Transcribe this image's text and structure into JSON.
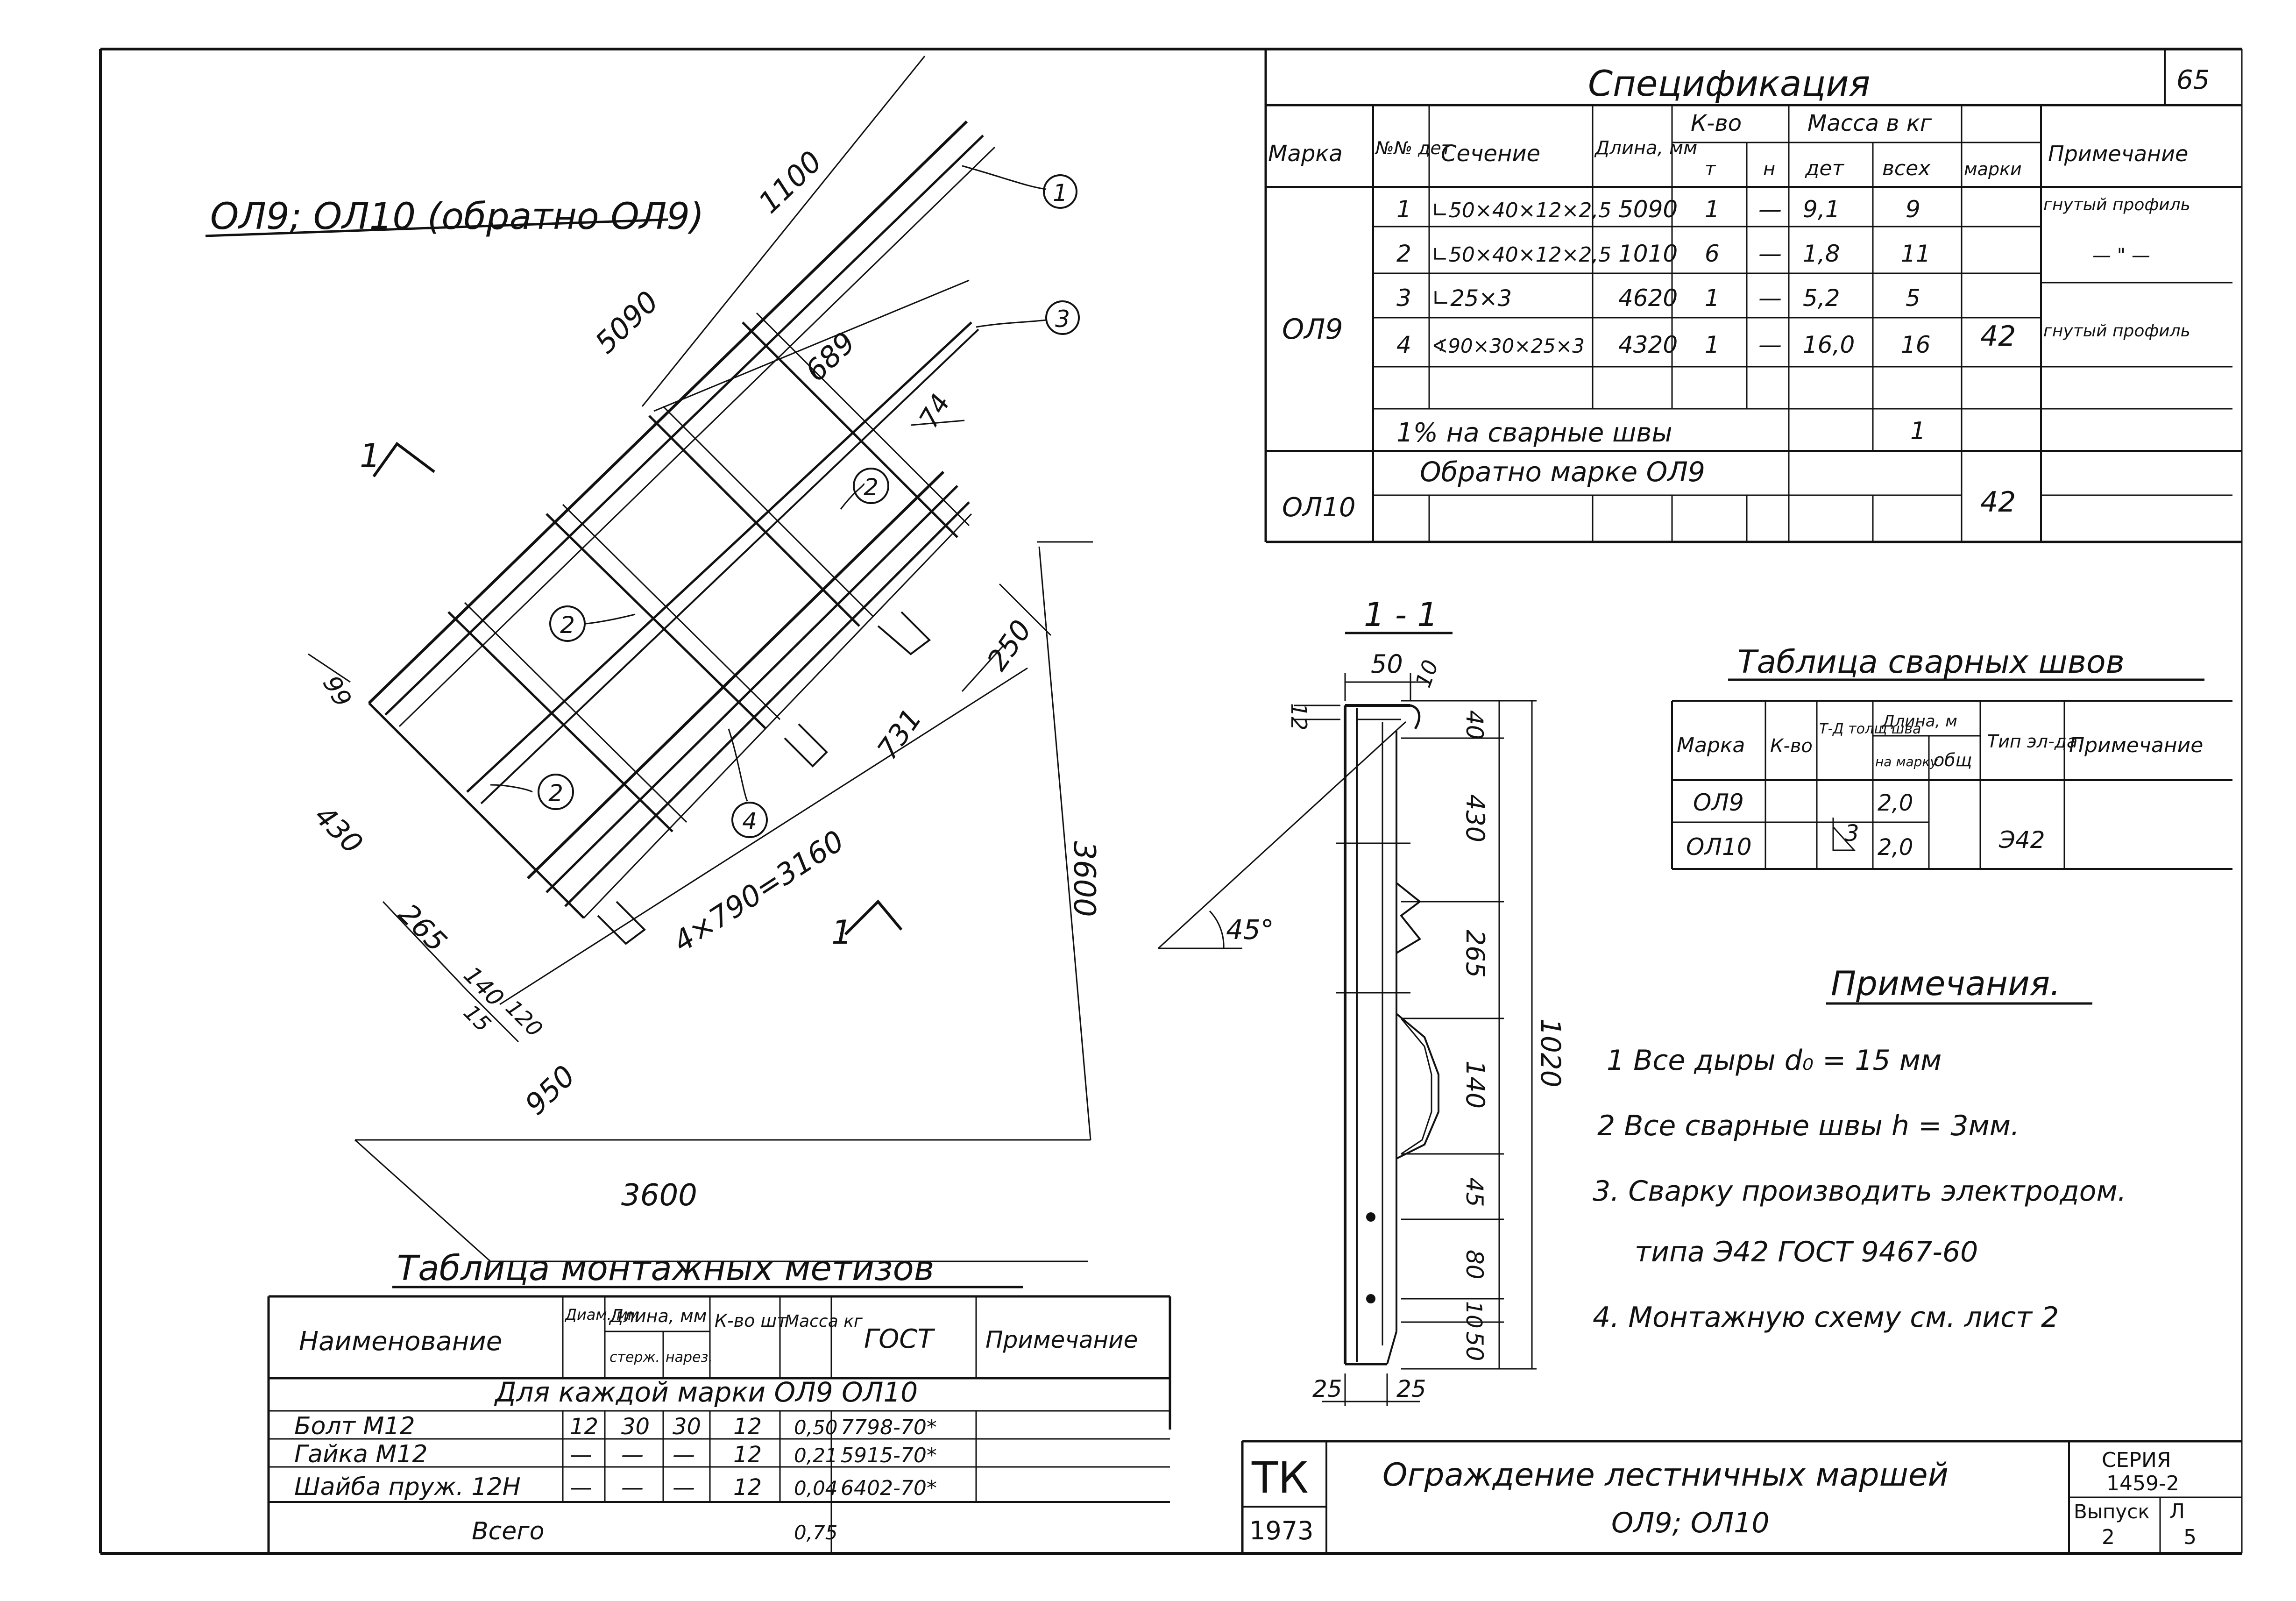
{
  "sheet": {
    "page_number": "65"
  },
  "main_view": {
    "title": "ОЛ9; ОЛ10 (обратно ОЛ9)",
    "section_mark": "1",
    "dims": {
      "d5090": "5090",
      "d1100": "1100",
      "d689": "689",
      "d74": "74",
      "d99": "99",
      "d250": "250",
      "d731": "731",
      "d430": "430",
      "d265": "265",
      "d4x790": "4×790=3160",
      "d140": "140",
      "d15": "15",
      "d120": "120",
      "d950": "950",
      "d3600h": "3600",
      "d3600v": "3600"
    },
    "callouts": {
      "c1": "1",
      "c2a": "2",
      "c2b": "2",
      "c2c": "2",
      "c3": "3",
      "c4": "4"
    }
  },
  "section_view": {
    "title": "1 - 1",
    "angle": "45°",
    "dims": {
      "d50": "50",
      "d10a": "10",
      "d12": "12",
      "d40": "40",
      "d430": "430",
      "d265": "265",
      "d140": "140",
      "d1020": "1020",
      "d45": "45",
      "d80": "80",
      "d10b": "10",
      "d50b": "50",
      "d25a": "25",
      "d25b": "25"
    }
  },
  "spec": {
    "title": "Спецификация",
    "h_mark": "Марка",
    "h_nn": "№№ дет",
    "h_section": "Сечение",
    "h_length": "Длина, мм",
    "h_qty": "К-во",
    "h_t": "т",
    "h_n": "н",
    "h_mass": "Масса в кг",
    "h_det": "дет",
    "h_all": "всех",
    "h_marki": "марки",
    "h_note": "Примечание",
    "rows": [
      {
        "nn": "1",
        "section": "∟50×40×12×2,5",
        "length": "5090",
        "t": "1",
        "n": "—",
        "mdet": "9,1",
        "mall": "9",
        "note": "гнутый профиль"
      },
      {
        "nn": "2",
        "section": "∟50×40×12×2,5",
        "length": "1010",
        "t": "6",
        "n": "—",
        "mdet": "1,8",
        "mall": "11",
        "note": "— \" —"
      },
      {
        "nn": "3",
        "section": "∟25×3",
        "length": "4620",
        "t": "1",
        "n": "—",
        "mdet": "5,2",
        "mall": "5",
        "note": ""
      },
      {
        "nn": "4",
        "section": "∢90×30×25×3",
        "length": "4320",
        "t": "1",
        "n": "—",
        "mdet": "16,0",
        "mall": "16",
        "note": "гнутый профиль"
      }
    ],
    "mark_ol9": "ОЛ9",
    "mass_ol9": "42",
    "weld_label": "1% на сварные швы",
    "weld_mass": "1",
    "mark_ol10": "ОЛ10",
    "ol10_text": "Обратно марке ОЛ9",
    "mass_ol10": "42"
  },
  "weld_table": {
    "title": "Таблица сварных швов",
    "h_mark": "Марка",
    "h_qty": "К-во",
    "h_thick": "Т-Д толщ шва",
    "h_length": "Длина, м",
    "h_per_mark": "на марку",
    "h_total": "общ",
    "h_type": "Тип эл-да",
    "h_note": "Примечание",
    "rows": [
      {
        "mark": "ОЛ9",
        "per_mark": "2,0"
      },
      {
        "mark": "ОЛ10",
        "per_mark": "2,0"
      }
    ],
    "thick": "3",
    "type": "Э42"
  },
  "notes": {
    "title": "Примечания.",
    "items": [
      "1 Все дыры d₀ = 15 мм",
      "2 Все сварные швы h = 3мм.",
      "3. Сварку производить электродом.",
      "типа Э42 ГОСТ 9467-60",
      "4. Монтажную схему см. лист 2"
    ]
  },
  "hardware": {
    "title": "Таблица монтажных метизов",
    "h_name": "Наименование",
    "h_diam": "Диам. мм",
    "h_len": "Длина, мм",
    "h_len_rod": "стерж.",
    "h_len_thr": "нарез.",
    "h_qty": "К-во шт",
    "h_mass": "Масса кг",
    "h_gost": "ГОСТ",
    "h_note": "Примечание",
    "group_title": "Для каждой марки ОЛ9 ОЛ10",
    "rows": [
      {
        "name": "Болт М12",
        "diam": "12",
        "rod": "30",
        "thr": "30",
        "qty": "12",
        "mass": "0,50",
        "gost": "7798-70*"
      },
      {
        "name": "Гайка М12",
        "diam": "—",
        "rod": "—",
        "thr": "—",
        "qty": "12",
        "mass": "0,21",
        "gost": "5915-70*"
      },
      {
        "name": "Шайба пруж. 12Н",
        "diam": "—",
        "rod": "—",
        "thr": "—",
        "qty": "12",
        "mass": "0,04",
        "gost": "6402-70*"
      }
    ],
    "total_label": "Всего",
    "total_mass": "0,75"
  },
  "title_block": {
    "org": "ТК",
    "year": "1973",
    "name_line1": "Ограждение лестничных маршей",
    "name_line2": "ОЛ9; ОЛ10",
    "series_label": "СЕРИЯ",
    "series": "1459-2",
    "issue_label": "Выпуск",
    "issue": "2",
    "sheet_label": "Л",
    "sheet": "5"
  }
}
